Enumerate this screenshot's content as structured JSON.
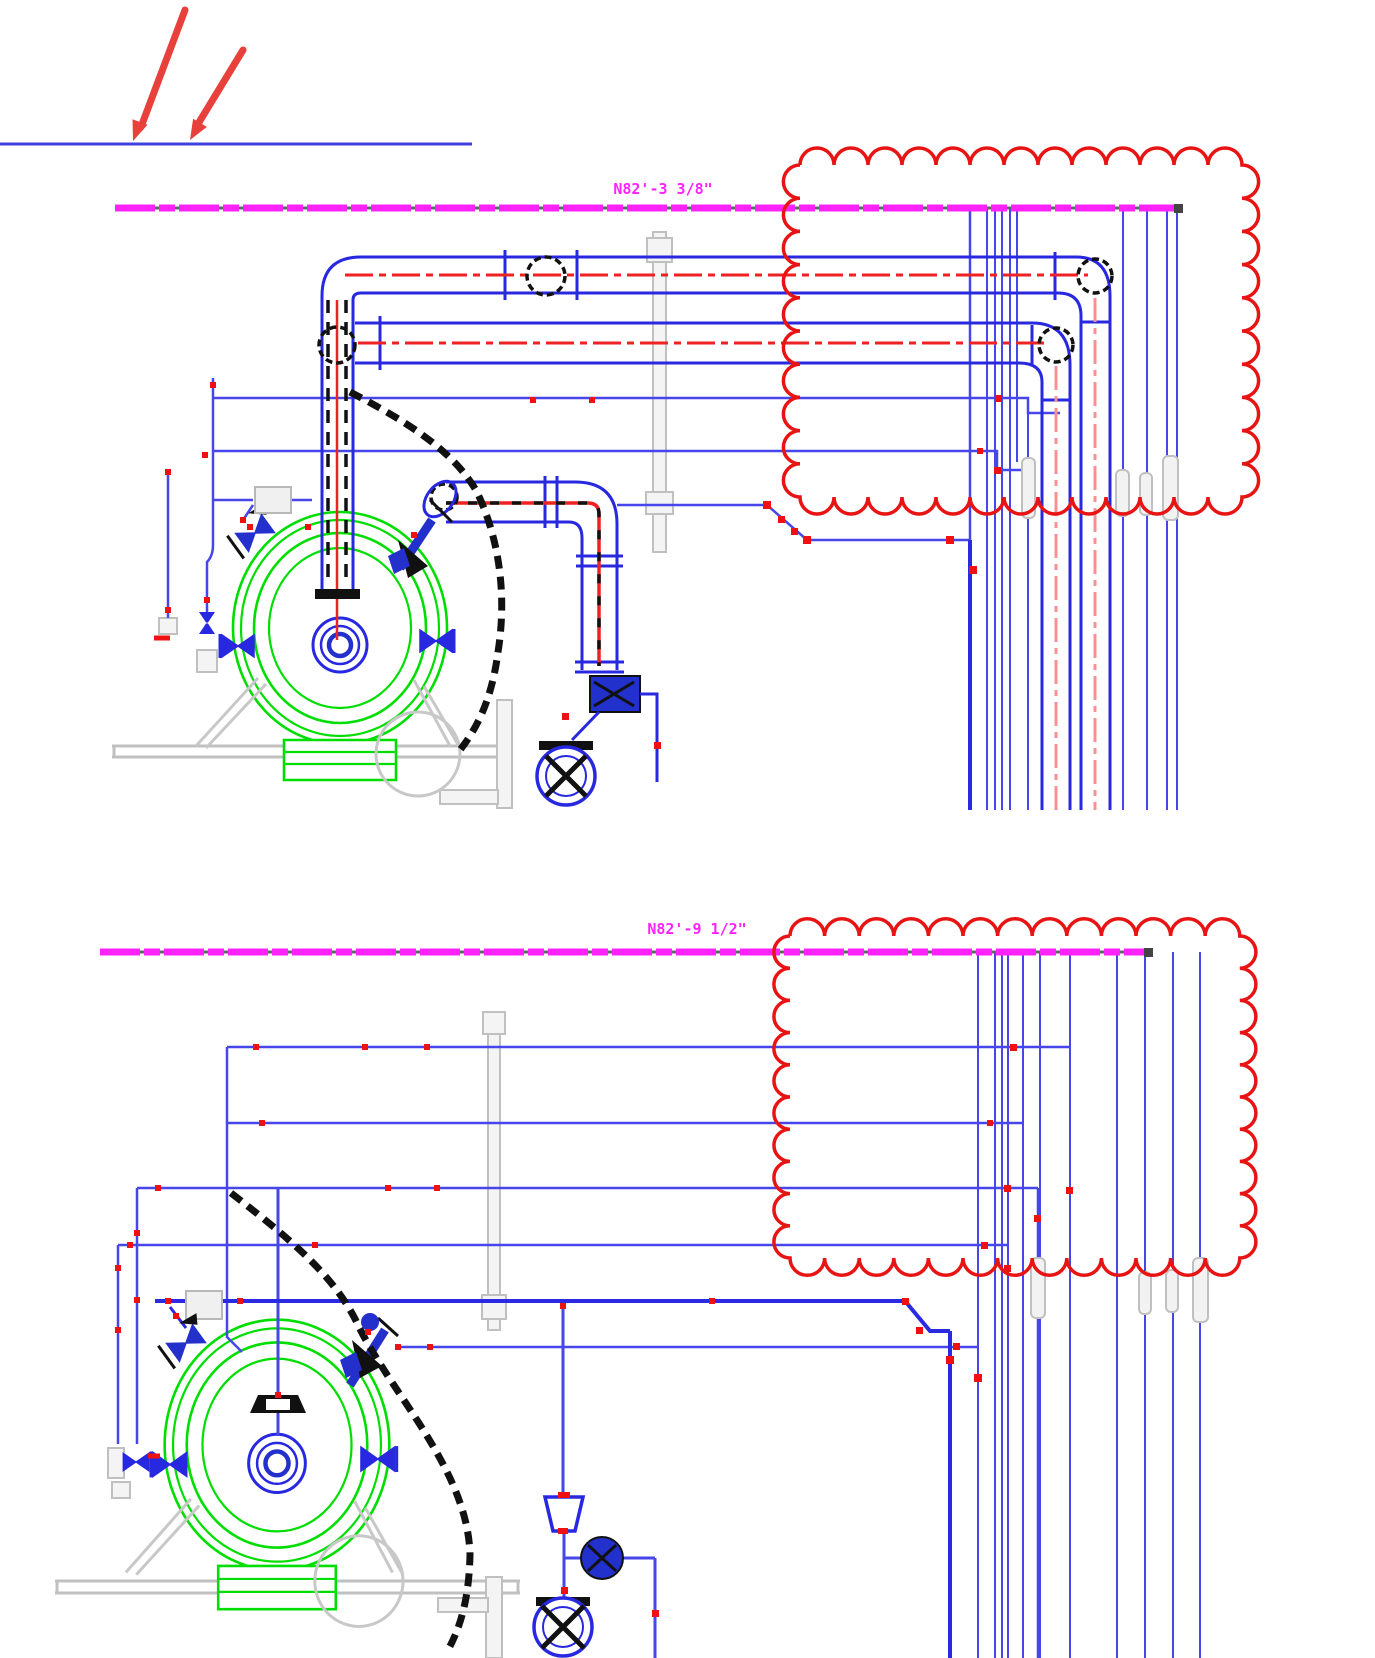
{
  "drawing": {
    "type": "piping-equipment-elevation-sections",
    "matchlines": {
      "top": {
        "label": "N82'-3 3/8\""
      },
      "bottom": {
        "label": "N82'-9 1/2\""
      }
    },
    "annotations": {
      "callout_arrows": 2,
      "revision_clouds": 2
    },
    "palette": {
      "pipe_blue": "#2828e0",
      "thin_blue": "#4646ea",
      "centerline_red": "#ee2222",
      "centerline_salmon": "#f89090",
      "equipment_green": "#00dd00",
      "matchline_magenta": "#ff22ff",
      "cloud_red": "#e81414",
      "support_gray": "#c4c4c4",
      "hatch_black": "#111111",
      "callout_arrow_red": "#e8413c"
    }
  }
}
